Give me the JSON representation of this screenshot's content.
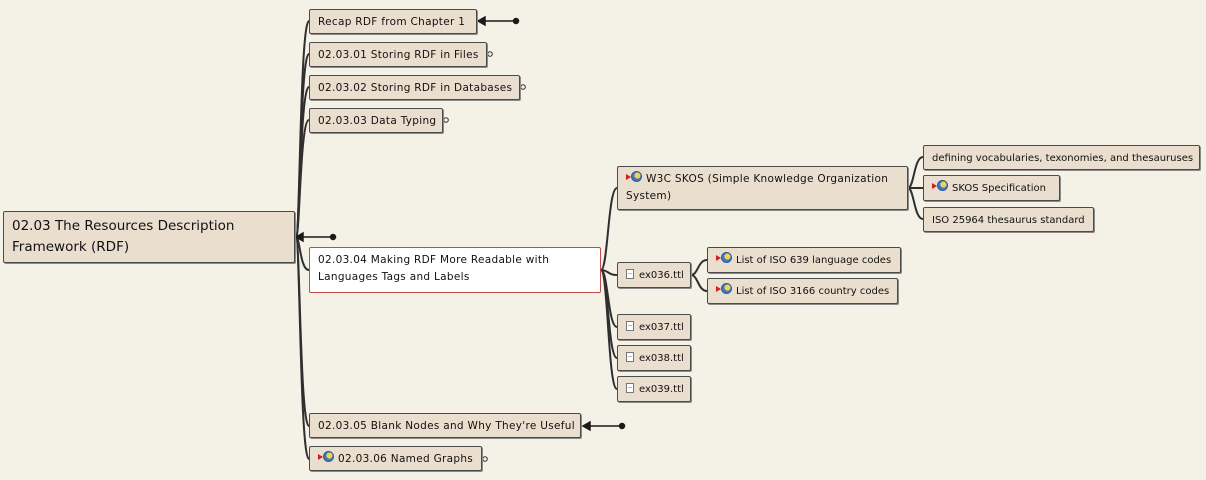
{
  "root": {
    "label": "02.03 The Resources Description Framework (RDF)"
  },
  "topics": [
    {
      "label": "Recap RDF from Chapter 1"
    },
    {
      "label": "02.03.01 Storing RDF in Files"
    },
    {
      "label": "02.03.02 Storing RDF in Databases"
    },
    {
      "label": "02.03.03 Data Typing"
    },
    {
      "label": "02.03.04 Making RDF More Readable with Languages Tags and Labels"
    },
    {
      "label": "02.03.05 Blank Nodes and Why They're Useful"
    },
    {
      "label": "02.03.06 Named Graphs"
    }
  ],
  "subtopics": [
    {
      "label": "W3C SKOS (Simple Knowledge Organization System)"
    },
    {
      "label": "ex036.ttl"
    },
    {
      "label": "ex037.ttl"
    },
    {
      "label": "ex038.ttl"
    },
    {
      "label": "ex039.ttl"
    }
  ],
  "skos_children": [
    {
      "label": "defining vocabularies, texonomies, and thesauruses"
    },
    {
      "label": "SKOS Specification"
    },
    {
      "label": "ISO 25964 thesaurus standard"
    }
  ],
  "ex036_children": [
    {
      "label": "List of ISO 639 language codes"
    },
    {
      "label": "List of ISO 3166 country codes"
    }
  ],
  "icons": {
    "link": "hyperlink-globe-icon",
    "file": "file-attachment-icon"
  },
  "colors": {
    "background": "#f4f1e7",
    "node_fill": "#eadfcf",
    "selected_border": "#c44a4a",
    "link_triangle": "#d02020"
  }
}
